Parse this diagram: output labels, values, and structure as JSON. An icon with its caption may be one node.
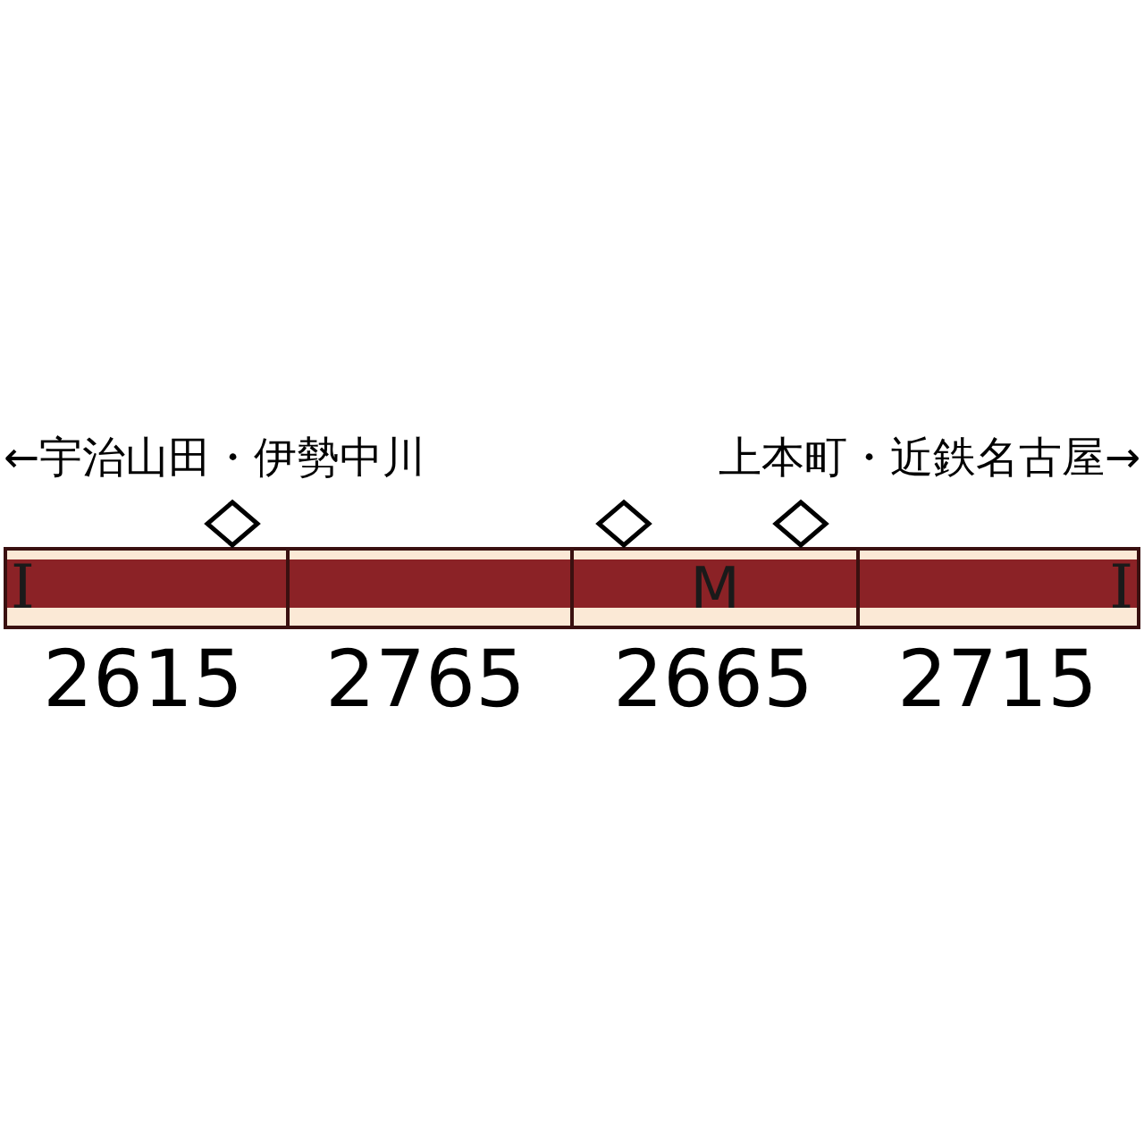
{
  "diagram": {
    "nodes": [
      {
        "text": [
          "I"
        ],
        "beside": [
          "2615"
        ]
      },
      {
        "text": [],
        "shape": "box",
        "beside": [
          "2765"
        ]
      },
      {
        "text": [
          "M"
        ],
        "beside": [
          "2665"
        ]
      },
      {
        "text": [
          "I"
        ],
        "beside": [
          "2715"
        ]
      }
    ],
    "labels": [
      "←宇治山田・伊勢中川",
      "上本町・近鉄名古屋→"
    ]
  }
}
